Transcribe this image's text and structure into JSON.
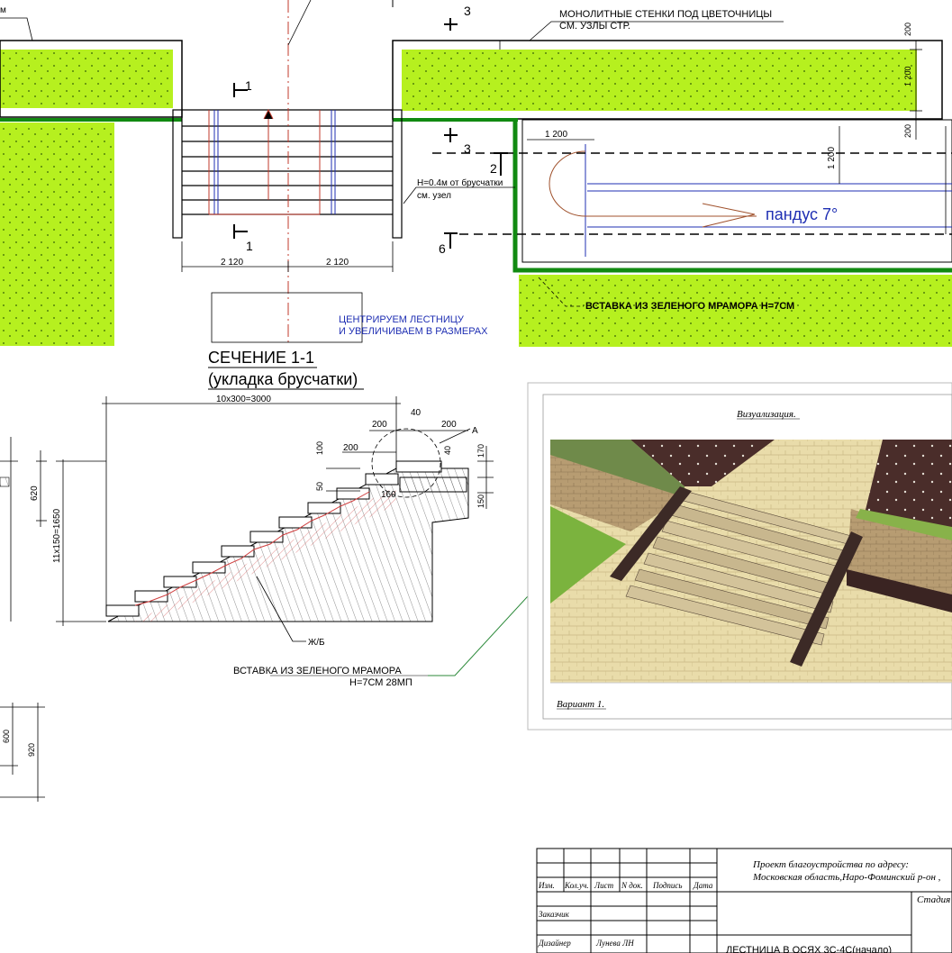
{
  "plan": {
    "label_wall": "МОНОЛИТНЫЕ СТЕНКИ ПОД ЦВЕТОЧНИЦЫ",
    "label_wall_ref": "СМ. УЗЛЫ СТР.",
    "label_top_left": "м",
    "section_marks": [
      "1",
      "1",
      "3",
      "3",
      "2",
      "6"
    ],
    "dim_left": "2 120",
    "dim_right": "2 120",
    "note_height": "Н=0.4м от брусчатки",
    "note_height_ref": "см. узел",
    "ramp_label": "пандус 7°",
    "dim_ramp_1200_top": "1 200",
    "dim_ramp_1200_side": "1 200",
    "dim_200_a": "200",
    "dim_1200_v": "1 200",
    "dim_200_b": "200",
    "center_note_1": "ЦЕНТРИРУЕМ ЛЕСТНИЦУ",
    "center_note_2": "И УВЕЛИЧИВАЕМ В РАЗМЕРАХ",
    "marble_insert_plan": "ВСТАВКА ИЗ ЗЕЛЕНОГО МРАМОРА Н=7СМ"
  },
  "section": {
    "title": "СЕЧЕНИЕ 1-1",
    "subtitle": "(укладка брусчатки)",
    "dim_total": "10х300=3000",
    "dim_200_top": "200",
    "dim_40_top": "40",
    "dim_200_top_right": "200",
    "dim_200_mid": "200",
    "dim_100": "100",
    "dim_40": "40",
    "dim_170": "170",
    "dim_50": "50",
    "dim_160": "160",
    "dim_150": "150",
    "dim_620": "620",
    "dim_height_total": "11х150=1650",
    "label_a": "А",
    "label_rc": "Ж/Б",
    "marble_insert_1": "ВСТАВКА ИЗ ЗЕЛЕНОГО МРАМОРА",
    "marble_insert_2": "Н=7СМ 28МП",
    "dim_600": "600",
    "dim_920": "920"
  },
  "visual": {
    "title": "Визуализация.",
    "variant": "Вариант 1."
  },
  "stamp": {
    "cols": [
      "Изм.",
      "Кол.уч.",
      "Лист",
      "N док.",
      "Подпись",
      "Дата"
    ],
    "row_customer": "Заказчик",
    "row_designer": "Дизайнер",
    "designer_name": "Лунева ЛН",
    "project_line_1": "Проект благоустройства по адресу:",
    "project_line_2": "Московская область,Наро-Фоминский р-он ,",
    "stage": "Стадия",
    "sheet_title": "ЛЕСТНИЦА В ОСЯХ 3С-4С(начало)"
  },
  "colors": {
    "grass": "#b6f01f",
    "wall_green": "#118a11",
    "blue_text": "#1f2fb3",
    "red_lines": "#c0392b"
  }
}
